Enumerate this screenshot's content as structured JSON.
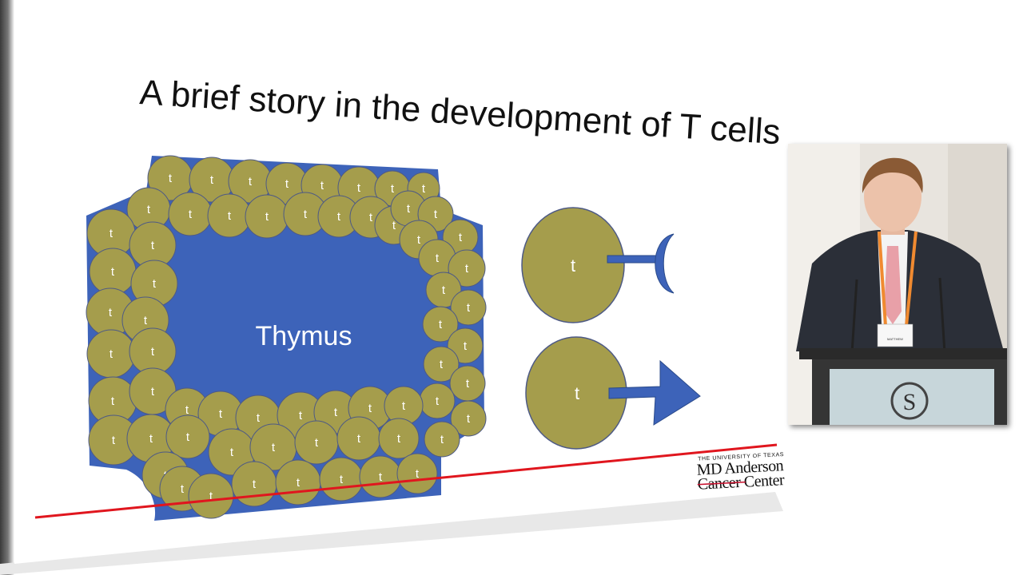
{
  "slide": {
    "title": "A brief story in the development of T cells",
    "thymus_label": "Thymus",
    "cell_letter": "t",
    "colors": {
      "thymus": "#3D63B9",
      "cell": "#A59D4C",
      "cell_border": "#4E5A85",
      "arrow": "#3D63B9",
      "red_line": "#E0161E",
      "logo_red": "#C8102E"
    }
  },
  "logo": {
    "line1": "THE UNIVERSITY OF TEXAS",
    "line2": "MD Anderson",
    "line3": "Cancer Center"
  },
  "video_inset": {
    "badge_text": "MATTHEW",
    "podium_logo": "S"
  }
}
